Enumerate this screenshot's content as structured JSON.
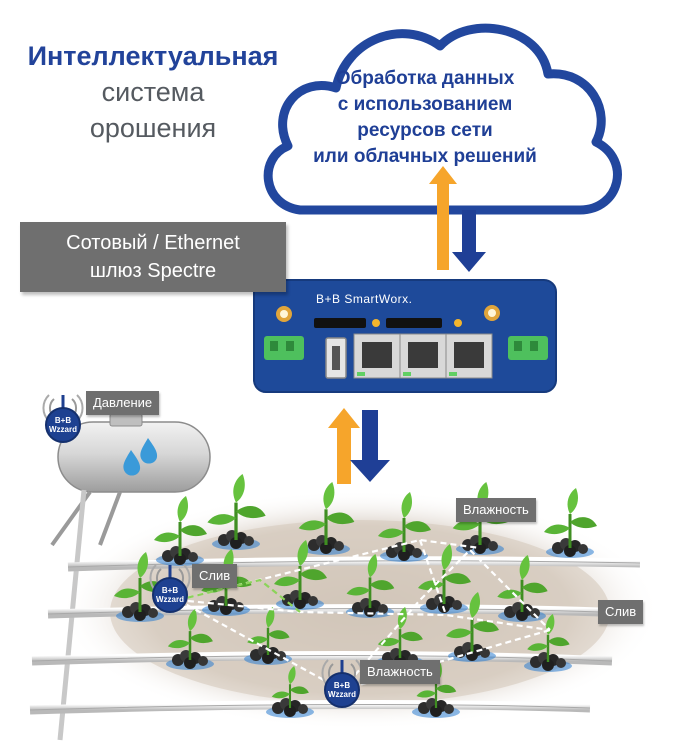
{
  "title": {
    "line1": "Интеллектуальная",
    "line2": "система",
    "line3": "орошения"
  },
  "cloud": {
    "line1": "Обработка данных",
    "line2": "с использованием",
    "line3": "ресурсов сети",
    "line4": "или облачных решений"
  },
  "gateway_label": {
    "line1": "Сотовый / Ethernet",
    "line2": "шлюз Spectre"
  },
  "gateway_brand": "B+B SmartWorx.",
  "sensors": {
    "pressure": "Давление",
    "humidity_top": "Влажность",
    "drain_left": "Слив",
    "drain_right": "Слив",
    "humidity_bottom": "Влажность"
  },
  "wzzard_logo": {
    "line1": "B+B",
    "line2": "Wzzard"
  },
  "colors": {
    "brand_blue": "#22439a",
    "cloud_stroke": "#22479e",
    "device_blue": "#1e4a9a",
    "arrow_up": "#f6a52b",
    "arrow_down": "#1f3f96",
    "label_gray": "#6f6f6f",
    "plant_green": "#4fa52d"
  },
  "icons": [
    "cloud-icon",
    "gateway-device-icon",
    "arrow-up-icon",
    "arrow-down-icon",
    "water-tank-icon",
    "water-drop-icon",
    "wireless-sensor-icon",
    "plant-icon",
    "pipe-icon"
  ]
}
